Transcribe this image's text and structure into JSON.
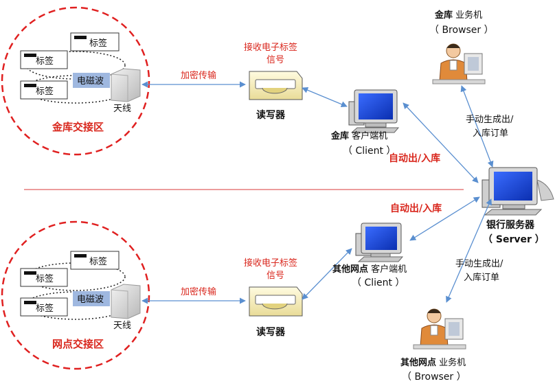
{
  "top": {
    "zone_label": "金库交接区",
    "tag_label": "标签",
    "wave_label": "电磁波",
    "antenna_label": "天线",
    "encrypt_label": "加密传输",
    "receive_label_1": "接收电子标签",
    "receive_label_2": "信号",
    "reader_label": "读写器",
    "client_bold": "金库",
    "client_rest": " 客户端机",
    "client_sub": "（ Client ）",
    "browser_bold": "金库",
    "browser_rest": " 业务机",
    "browser_sub": "（  Browser  ）",
    "auto_label": "自动出/入库",
    "manual_label_1": "手动生成出/",
    "manual_label_2": "入库订单"
  },
  "server": {
    "title": "银行服务器",
    "sub": "（ Server ）"
  },
  "bottom": {
    "zone_label": "网点交接区",
    "tag_label": "标签",
    "wave_label": "电磁波",
    "antenna_label": "天线",
    "encrypt_label": "加密传输",
    "receive_label_1": "接收电子标签",
    "receive_label_2": "信号",
    "reader_label": "读写器",
    "client_bold": "其他网点",
    "client_rest": " 客户端机",
    "client_sub": "（ Client ）",
    "browser_bold": "其他网点",
    "browser_rest": " 业务机",
    "browser_sub": "（  Browser  ）",
    "auto_label": "自动出/入库",
    "manual_label_1": "手动生成出/",
    "manual_label_2": "入库订单"
  },
  "colors": {
    "zone_border": "#e02020",
    "arrow": "#5a8fd0",
    "accent_red": "#d9261c",
    "wave_box": "#9fb8e0"
  }
}
